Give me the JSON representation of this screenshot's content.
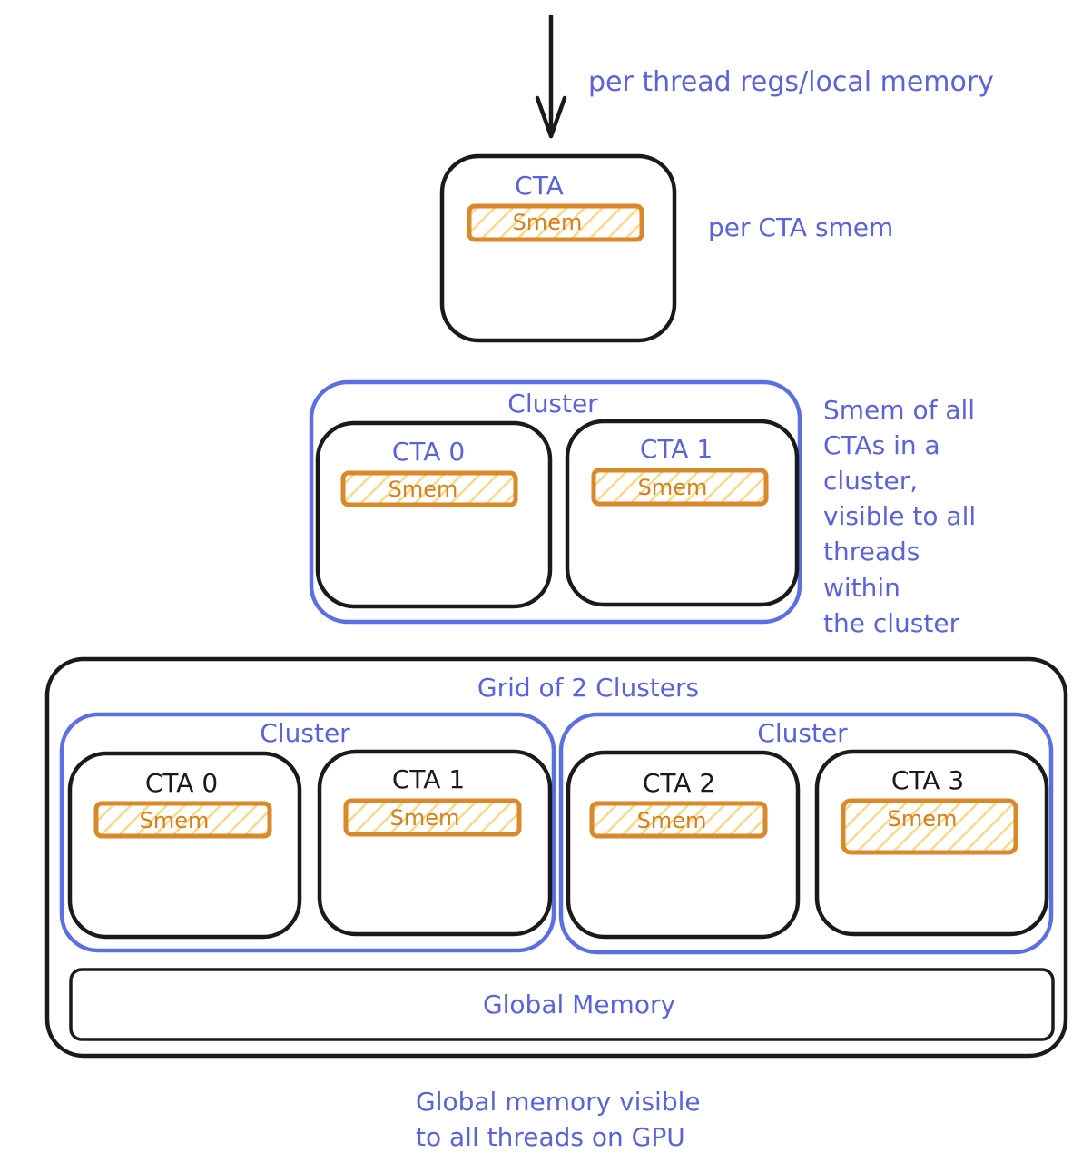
{
  "colors": {
    "annotation_blue": "#5b63d8",
    "cluster_blue": "#5b6fe0",
    "smem_orange": "#d9892a",
    "smem_hatch": "#f6d98a",
    "outline_black": "#1a1a1a"
  },
  "annotations": {
    "thread": "per thread regs/local memory",
    "cta": "per CTA smem",
    "cluster_lines": [
      "Smem of all",
      "CTAs in a",
      "cluster,",
      "visible to all",
      "threads",
      "within",
      "the cluster"
    ],
    "global_lines": [
      "Global memory visible",
      "to all threads on GPU"
    ]
  },
  "single_cta": {
    "title": "CTA",
    "smem": "Smem"
  },
  "cluster_example": {
    "title": "Cluster",
    "ctas": [
      {
        "title": "CTA 0",
        "smem": "Smem"
      },
      {
        "title": "CTA 1",
        "smem": "Smem"
      }
    ]
  },
  "grid": {
    "title": "Grid of 2 Clusters",
    "clusters": [
      {
        "title": "Cluster",
        "ctas": [
          {
            "title": "CTA 0",
            "smem": "Smem"
          },
          {
            "title": "CTA 1",
            "smem": "Smem"
          }
        ]
      },
      {
        "title": "Cluster",
        "ctas": [
          {
            "title": "CTA 2",
            "smem": "Smem"
          },
          {
            "title": "CTA 3",
            "smem": "Smem"
          }
        ]
      }
    ],
    "global_memory": "Global Memory"
  }
}
